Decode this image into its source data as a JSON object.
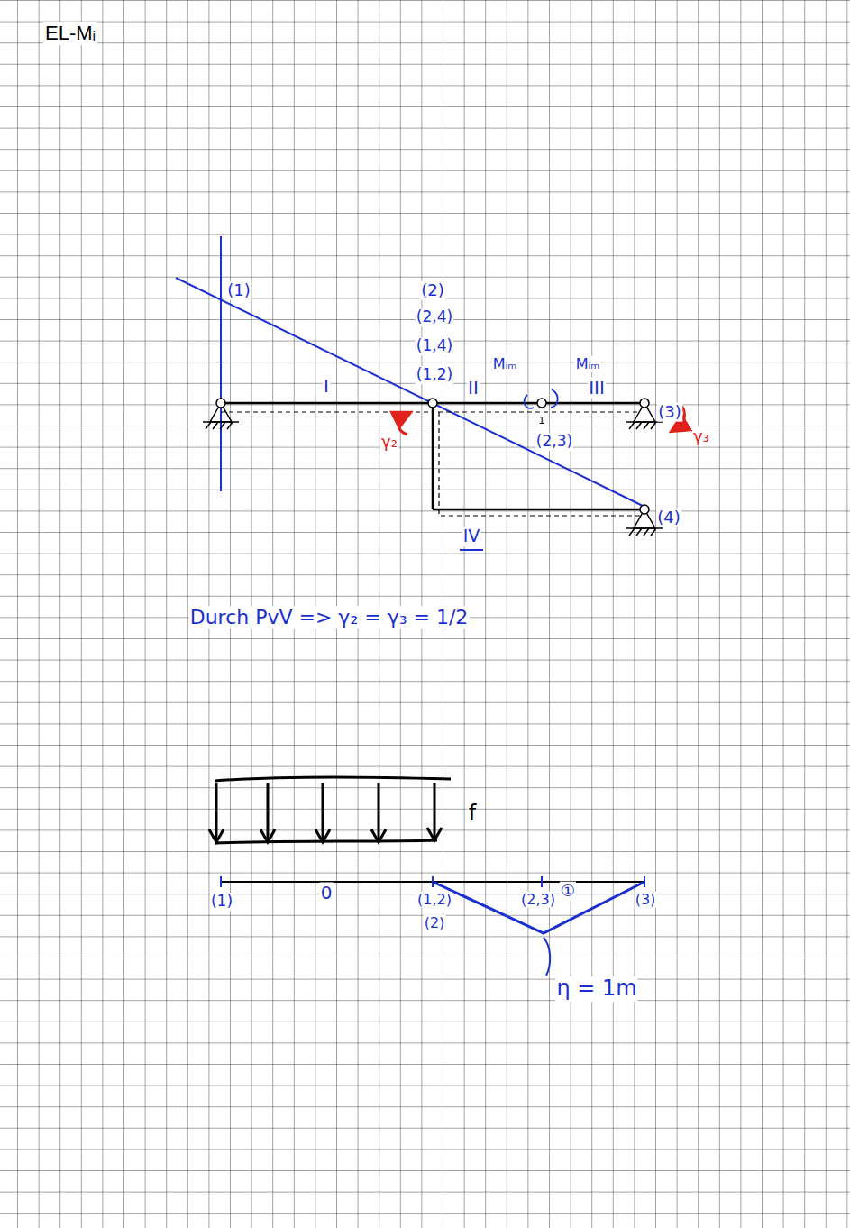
{
  "diagram": {
    "title": "EL-Mᵢ",
    "labels": [
      "(1)",
      "(2)",
      "(2,4)",
      "(1,4)",
      "(1,2)",
      "I",
      "II",
      "III",
      "Mᵢₘ",
      "Mᵢₘ",
      "1",
      "(3)",
      "γ₃",
      "γ₂",
      "(2,3)",
      "(4)",
      "IV",
      "Durch PvV => γ₂ = γ₃ = 1/2",
      "f",
      "(1)",
      "0",
      "(1,2)",
      "(2)",
      "(2,3)",
      "①",
      "(3)",
      "η = 1m"
    ]
  }
}
